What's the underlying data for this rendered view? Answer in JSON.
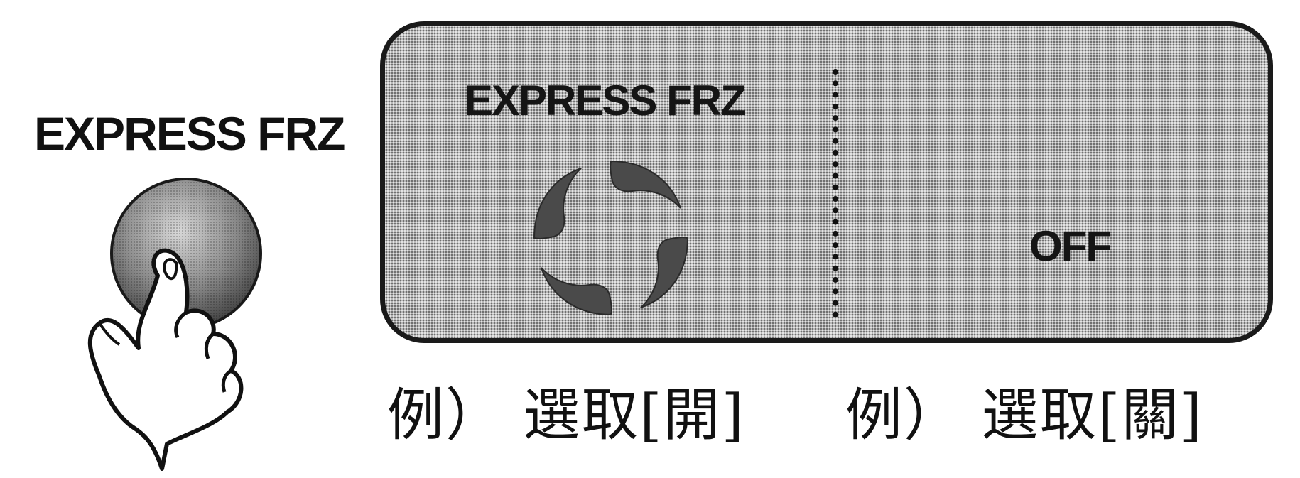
{
  "button": {
    "label": "EXPRESS FRZ"
  },
  "display": {
    "title": "EXPRESS FRZ",
    "status_off": "OFF"
  },
  "captions": {
    "on": "例） 選取[開]",
    "off": "例） 選取[關]"
  },
  "icons": {
    "button": "round-push-button-icon",
    "finger": "pressing-finger-icon",
    "fan": "swirl-fan-icon"
  }
}
